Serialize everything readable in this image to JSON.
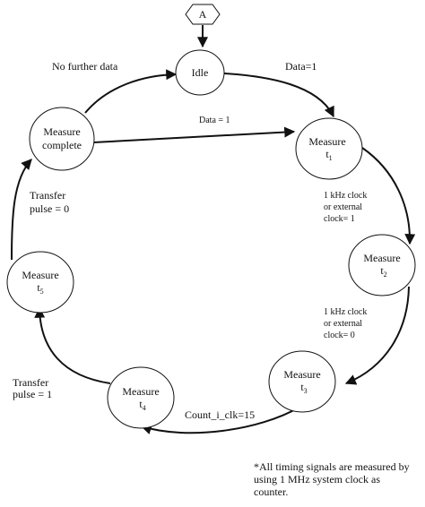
{
  "connector": {
    "label": "A"
  },
  "states": {
    "idle": {
      "label": "Idle"
    },
    "measure_t1": {
      "label": "Measure",
      "sym": "t",
      "sub": "1"
    },
    "measure_t2": {
      "label": "Measure",
      "sym": "t",
      "sub": "2"
    },
    "measure_t3": {
      "label": "Measure",
      "sym": "t",
      "sub": "3"
    },
    "measure_t4": {
      "label": "Measure",
      "sym": "t",
      "sub": "4"
    },
    "measure_t5": {
      "label": "Measure",
      "sym": "t",
      "sub": "5"
    },
    "measure_complete": {
      "line1": "Measure",
      "line2": "complete"
    }
  },
  "transitions": {
    "no_further_data": "No further data",
    "data_eq_1_top": "Data=1",
    "data_eq_1_mid": "Data = 1",
    "clock_1": {
      "line1": "1 kHz clock",
      "line2": "or external",
      "line3": "clock= 1"
    },
    "clock_0": {
      "line1": "1 kHz clock",
      "line2": "or external",
      "line3": "clock= 0"
    },
    "count_clk": "Count_i_clk=15",
    "transfer_1": {
      "line1": "Transfer",
      "line2": "pulse = 1"
    },
    "transfer_0": {
      "line1": "Transfer",
      "line2": "pulse = 0"
    }
  },
  "footnote": {
    "line1": "*All timing signals are measured by",
    "line2": "using 1 MHz system clock as",
    "line3": "counter."
  }
}
